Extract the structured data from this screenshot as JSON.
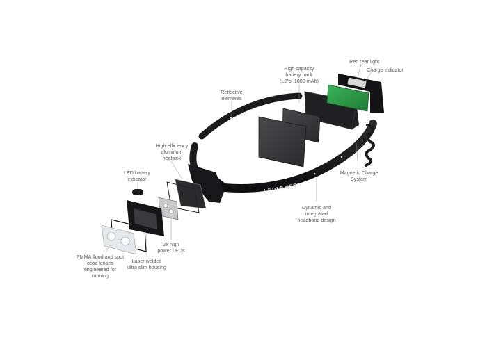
{
  "brand": {
    "wordmark": "LEDLENSER"
  },
  "callouts": {
    "red_rear_light": "Red rear light",
    "charge_indicator": "Charge indicator",
    "battery_pack": [
      "High capacity",
      "battery pack",
      "(LiPo, 1800 mAh)"
    ],
    "reflective_elements": [
      "Reflective",
      "elements"
    ],
    "heatsink": [
      "High efficiency",
      "aluminum",
      "heatsink"
    ],
    "led_battery_indicator": [
      "LED battery",
      "indicator"
    ],
    "magnetic_charge": [
      "Magnetic Charge",
      "System"
    ],
    "headband": [
      "Dynamic and",
      "integrated",
      "headband design"
    ],
    "power_leds": [
      "2x high",
      "power LEDs"
    ],
    "housing": [
      "Laser welded",
      "ultra slim housing"
    ],
    "lenses": [
      "PMMA flood and spot",
      "optic lenses",
      "engineered for",
      "running"
    ]
  },
  "colors": {
    "housing": "#1d1d1f",
    "battery": "#3a3a3c",
    "pcb": "#2f9e44",
    "leader": "#8a8a8a",
    "label": "#5a5a5a"
  },
  "icons": [
    "headlamp-diagram"
  ]
}
